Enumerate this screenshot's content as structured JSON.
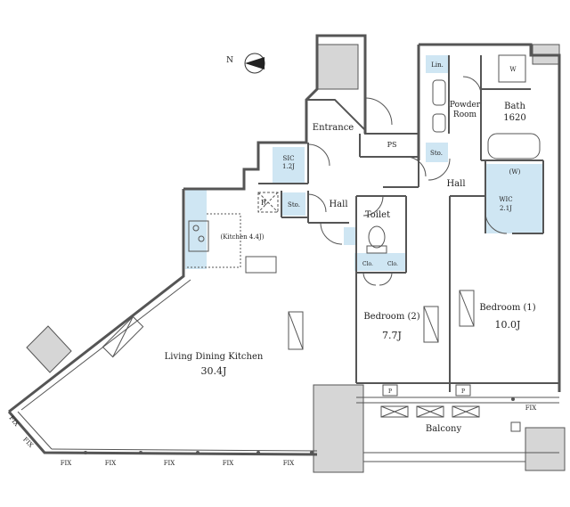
{
  "rooms": {
    "ldk_name": "Living Dining Kitchen",
    "ldk_size": "30.4J",
    "kitchen": "(Kitchen 4.4J)",
    "refrigerator": "R",
    "entrance": "Entrance",
    "ps": "PS",
    "sic_name": "SIC",
    "sic_size": "1.2J",
    "sto_entry": "Sto.",
    "sto_hall": "Sto.",
    "hall_left": "Hall",
    "hall_right": "Hall",
    "toilet": "Toilet",
    "lin": "Lin.",
    "washer": "W",
    "powder_1": "Powder",
    "powder_2": "Room",
    "bath_name": "Bath",
    "bath_size": "1620",
    "wic_w": "(W)",
    "wic_name": "WIC",
    "wic_size": "2.1J",
    "bed2_name": "Bedroom (2)",
    "bed2_size": "7.7J",
    "bed1_name": "Bedroom (1)",
    "bed1_size": "10.0J",
    "clo_1": "Clo.",
    "clo_2": "Clo.",
    "balcony": "Balcony",
    "p_1": "P",
    "p_2": "P"
  },
  "fix_labels": [
    "FIX",
    "FIX",
    "FIX",
    "FIX",
    "FIX",
    "FIX",
    "FIX",
    "FIX"
  ],
  "compass": "N",
  "colors": {
    "wall": "#555555",
    "storage_fill": "#cfe6f3",
    "grey_block": "#cfcfcf",
    "line": "#333333"
  }
}
